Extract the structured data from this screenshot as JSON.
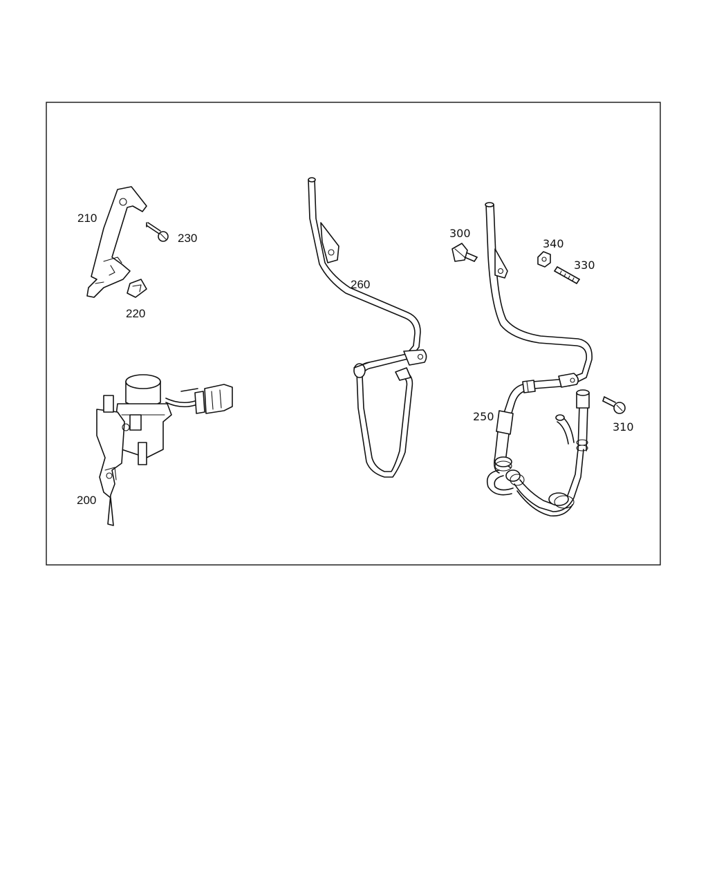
{
  "labels": {
    "p200": "200",
    "p210": "210",
    "p220": "220",
    "p230": "230",
    "p250": "250",
    "p260": "260",
    "p300": "300",
    "p310": "310",
    "p330": "330",
    "p340": "340"
  }
}
